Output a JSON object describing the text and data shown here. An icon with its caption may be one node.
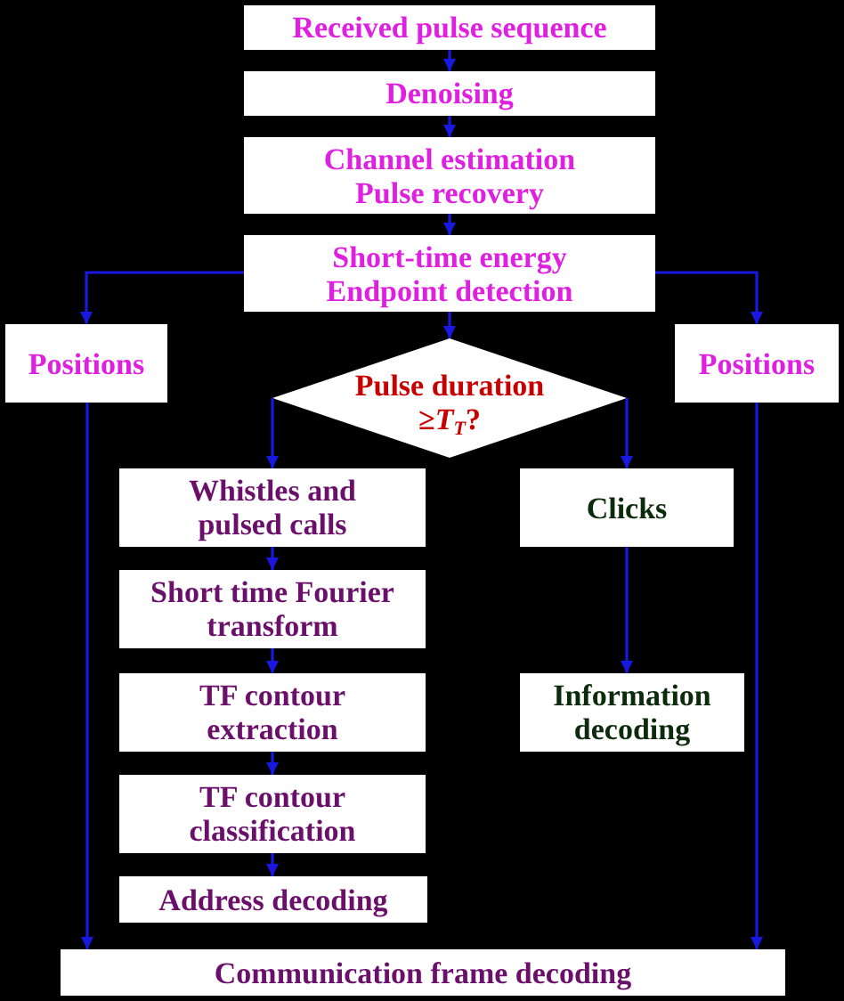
{
  "diagram": {
    "nodes": [
      {
        "text": [
          "Received pulse sequence"
        ]
      },
      {
        "text": [
          "Denoising"
        ]
      },
      {
        "text": [
          "Channel estimation Pulse recovery"
        ]
      },
      {
        "text": [
          "Short-time energy Endpoint detection"
        ]
      },
      {
        "text": [
          "Positions"
        ]
      },
      {
        "text": [
          "Pulse duration ≥*T*$_{T}$?"
        ]
      },
      {
        "text": [
          "Positions"
        ]
      },
      {
        "text": [
          "Whistles and pulsed calls"
        ]
      },
      {
        "text": [
          "Clicks"
        ]
      },
      {
        "text": [
          "Short time Fourier transform"
        ]
      },
      {
        "text": [
          "TF contour extraction"
        ]
      },
      {
        "text": [
          "Information decoding"
        ]
      },
      {
        "text": [
          "TF contour classification"
        ]
      },
      {
        "text": [
          "Address decoding"
        ]
      },
      {
        "text": [
          "Communication frame decoding"
        ]
      }
    ],
    "edges": [
      {
        "from": 0,
        "to": 1,
        "arrow": "to"
      },
      {
        "from": 1,
        "to": 2,
        "arrow": "to"
      },
      {
        "from": 2,
        "to": 3,
        "arrow": "to"
      },
      {
        "from": 3,
        "to": 4,
        "arrow": "to"
      },
      {
        "from": 3,
        "to": 5,
        "arrow": "to"
      },
      {
        "from": 3,
        "to": 6,
        "arrow": "to"
      },
      {
        "from": 5,
        "to": 7,
        "arrow": "to"
      },
      {
        "from": 5,
        "to": 8,
        "arrow": "to"
      },
      {
        "from": 7,
        "to": 9,
        "arrow": "to"
      },
      {
        "from": 9,
        "to": 10,
        "arrow": "to"
      },
      {
        "from": 10,
        "to": 12,
        "arrow": "to"
      },
      {
        "from": 12,
        "to": 13,
        "arrow": "to"
      },
      {
        "from": 8,
        "to": 11,
        "arrow": "to"
      },
      {
        "from": 4,
        "to": 14,
        "arrow": "to"
      },
      {
        "from": 6,
        "to": 14,
        "arrow": "to"
      }
    ]
  }
}
